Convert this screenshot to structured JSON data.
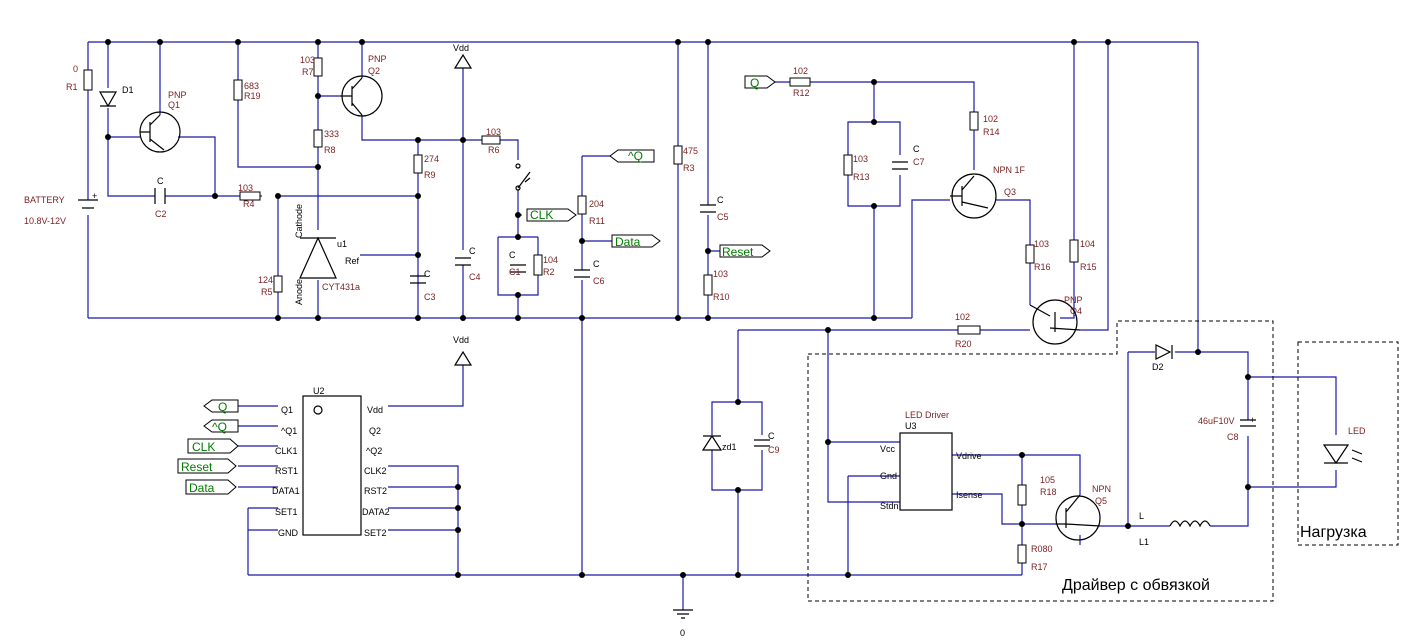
{
  "components": {
    "r1": {
      "value": "0",
      "ref": "R1"
    },
    "d1": {
      "ref": "D1"
    },
    "q1": {
      "type": "PNP",
      "ref": "Q1"
    },
    "r19": {
      "value": "683",
      "ref": "R19"
    },
    "r7": {
      "value": "103",
      "ref": "R7"
    },
    "q2": {
      "type": "PNP",
      "ref": "Q2"
    },
    "r8": {
      "value": "333",
      "ref": "R8"
    },
    "r9": {
      "value": "274",
      "ref": "R9"
    },
    "battery": {
      "name": "BATTERY",
      "voltage": "10.8V-12V"
    },
    "c2": {
      "value": "C",
      "ref": "C2"
    },
    "r4": {
      "value": "103",
      "ref": "R4"
    },
    "r5": {
      "value": "124",
      "ref": "R5"
    },
    "u1": {
      "ref": "u1",
      "part": "CYT431a",
      "cathode": "Cathode",
      "anode": "Anode",
      "ref_pin": "Ref"
    },
    "c3": {
      "value": "C",
      "ref": "C3"
    },
    "vdd_top": {
      "label": "Vdd"
    },
    "c4": {
      "value": "C",
      "ref": "C4"
    },
    "r6": {
      "value": "103",
      "ref": "R6"
    },
    "c1": {
      "value": "C",
      "ref": "C1"
    },
    "r2": {
      "value": "104",
      "ref": "R2"
    },
    "r11": {
      "value": "204",
      "ref": "R11"
    },
    "c6": {
      "value": "C",
      "ref": "C6"
    },
    "r3": {
      "value": "475",
      "ref": "R3"
    },
    "c5": {
      "value": "C",
      "ref": "C5"
    },
    "r10": {
      "value": "103",
      "ref": "R10"
    },
    "r12": {
      "value": "102",
      "ref": "R12"
    },
    "r13": {
      "value": "103",
      "ref": "R13"
    },
    "c7": {
      "value": "C",
      "ref": "C7"
    },
    "r14": {
      "value": "102",
      "ref": "R14"
    },
    "q3": {
      "type": "NPN 1F",
      "ref": "Q3"
    },
    "r16": {
      "value": "103",
      "ref": "R16"
    },
    "r15": {
      "value": "104",
      "ref": "R15"
    },
    "q4": {
      "type": "PNP",
      "ref": "Q4"
    },
    "r20": {
      "value": "102",
      "ref": "R20"
    },
    "zd1": {
      "ref": "zd1"
    },
    "c9": {
      "value": "C",
      "ref": "C9"
    },
    "u3": {
      "name": "LED Driver",
      "ref": "U3",
      "vcc": "Vcc",
      "gnd": "Gnd",
      "stdn": "Stdn",
      "vdrive": "Vdrive",
      "isense": "Isense"
    },
    "r18": {
      "value": "105",
      "ref": "R18"
    },
    "q5": {
      "type": "NPN",
      "ref": "Q5"
    },
    "r17": {
      "value": "R080",
      "ref": "R17"
    },
    "l1": {
      "value": "L",
      "ref": "L1"
    },
    "d2": {
      "ref": "D2"
    },
    "c8": {
      "value": "46uF10V",
      "ref": "C8"
    },
    "led": {
      "ref": "LED"
    },
    "vdd_bottom": {
      "label": "Vdd"
    },
    "ground": {
      "label": "0"
    },
    "u2": {
      "ref": "U2",
      "left_pins": [
        "Q1",
        "^Q1",
        "CLK1",
        "RST1",
        "DATA1",
        "SET1",
        "GND"
      ],
      "right_pins": [
        "Vdd",
        "Q2",
        "^Q2",
        "CLK2",
        "RST2",
        "DATA2",
        "SET2"
      ]
    }
  },
  "ports": {
    "clk": "CLK",
    "notq": "^Q",
    "data": "Data",
    "reset": "Reset",
    "q": "Q",
    "u2_q": "Q",
    "u2_notq": "^Q",
    "u2_clk": "CLK",
    "u2_reset": "Reset",
    "u2_data": "Data"
  },
  "regions": {
    "driver": "Драйвер с обвязкой",
    "load": "Нагрузка"
  },
  "colors": {
    "wire": "#1a1aa6",
    "label": "#7a1f1f",
    "port_text": "#007a00",
    "lead": "#9b2020"
  }
}
